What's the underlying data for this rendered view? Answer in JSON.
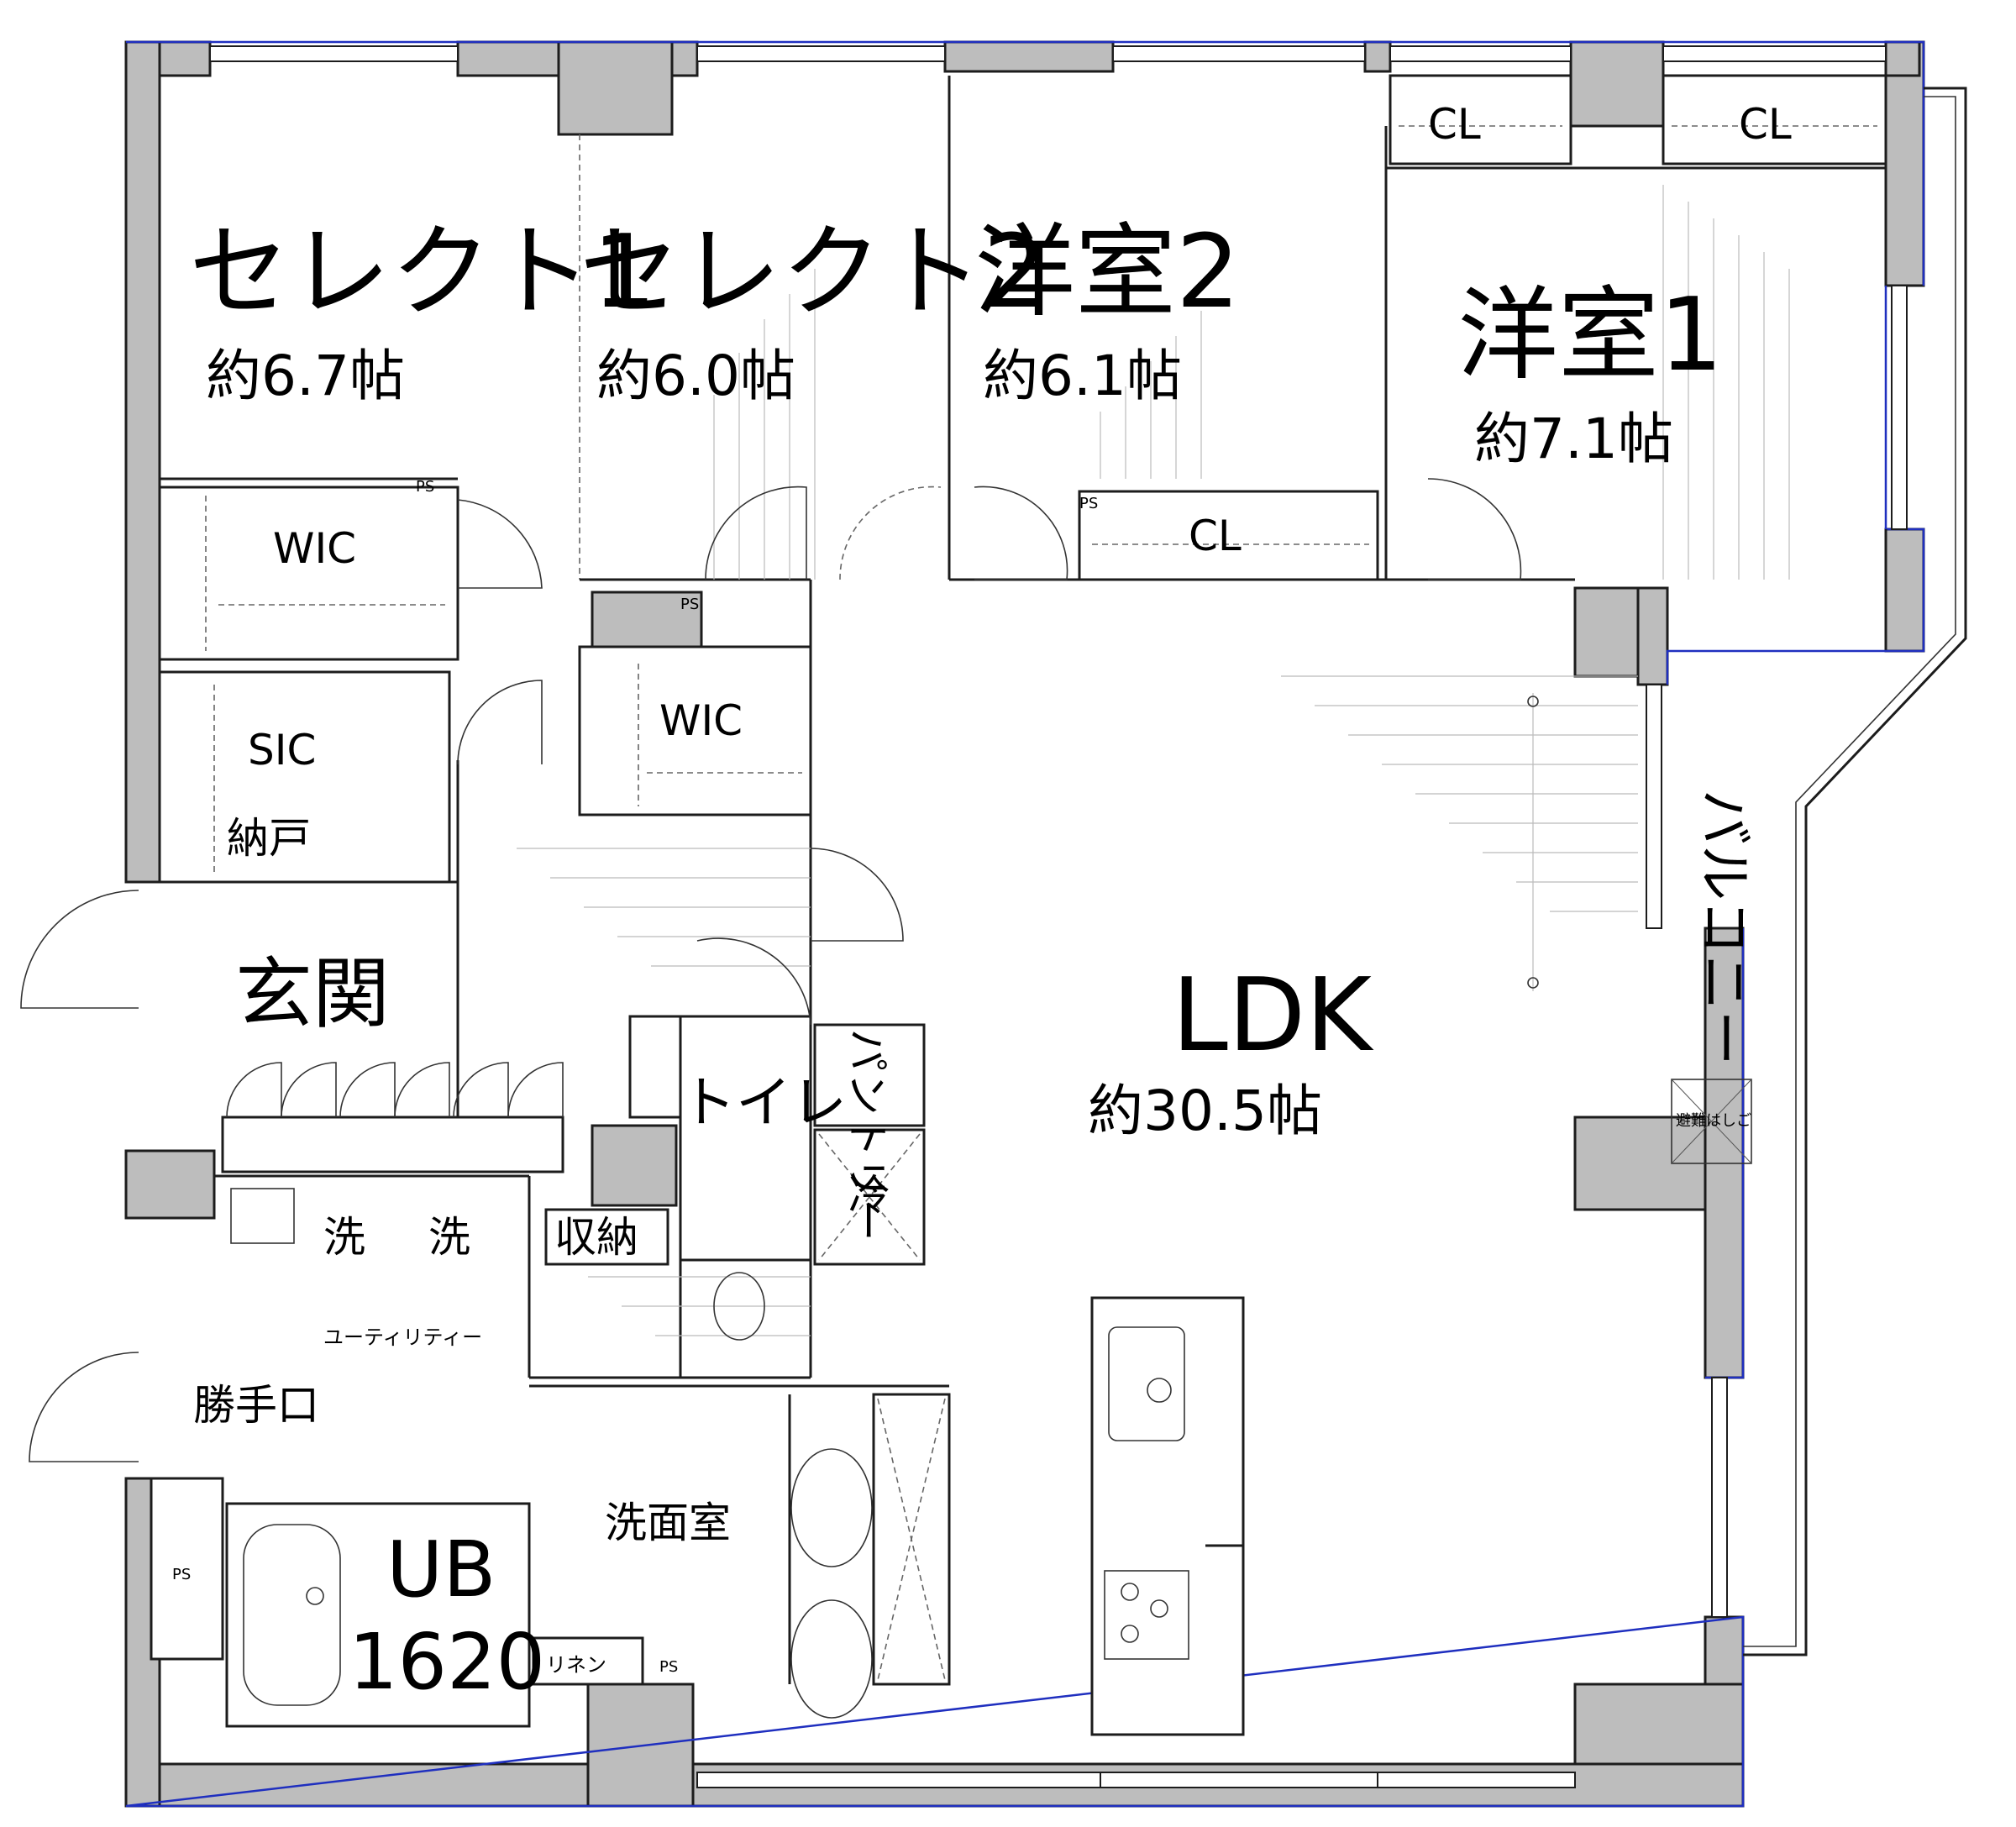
{
  "rooms": {
    "select1": {
      "name": "セレクト1",
      "area": "約6.7帖"
    },
    "select2": {
      "name": "セレクト2",
      "area": "約6.0帖"
    },
    "western2": {
      "name": "洋室2",
      "area": "約6.1帖"
    },
    "western1": {
      "name": "洋室1",
      "area": "約7.1帖"
    },
    "ldk": {
      "name": "LDK",
      "area": "約30.5帖"
    }
  },
  "storage": {
    "cl_top_left": "CL",
    "cl_top_right": "CL",
    "cl_western2": "CL",
    "wic_left": "WIC",
    "wic_center": "WIC",
    "sic": "SIC",
    "nando": "納戸",
    "shuno": "収納",
    "pantry": "パントリー",
    "linen": "リネン"
  },
  "areas": {
    "genkan": "玄関",
    "toilet": "トイレ",
    "refrigerator": "冷",
    "utility": "ユーティリティー",
    "kattekuchi": "勝手口",
    "senmenshitsu": "洗面室",
    "ub": "UB",
    "ub_size": "1620",
    "wash1": "洗",
    "wash2": "洗",
    "balcony": "バルコニー",
    "evacuation": "避難はしご"
  },
  "ps_labels": [
    "PS",
    "PS",
    "PS",
    "PS",
    "PS"
  ]
}
